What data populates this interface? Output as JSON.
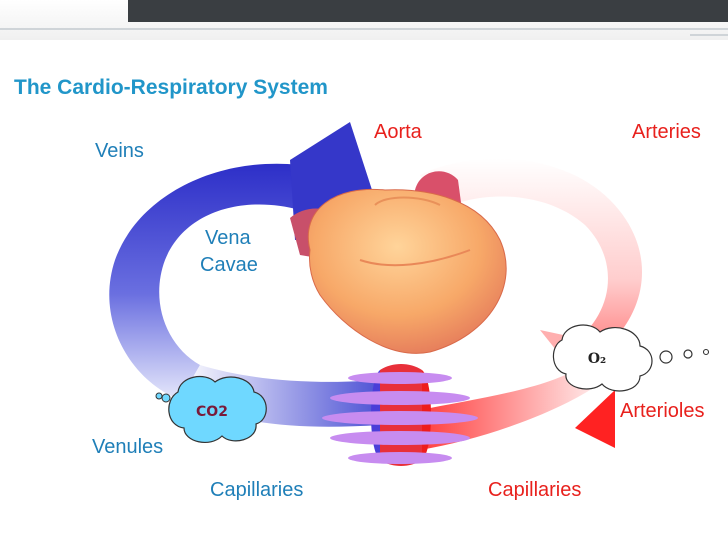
{
  "title": "The Cardio-Respiratory System",
  "labels": {
    "veins": "Veins",
    "vena_line1": "Vena",
    "vena_line2": "Cavae",
    "aorta": "Aorta",
    "arteries": "Arteries",
    "arterioles": "Arterioles",
    "venules": "Venules",
    "capillaries_left": "Capillaries",
    "capillaries_right": "Capillaries"
  },
  "bubbles": {
    "co2": "CO2",
    "o2": "O₂"
  },
  "colors": {
    "title": "#2196c9",
    "venous_label": "#1f7fb8",
    "arterial_label": "#e8211d",
    "venous_flow": "#2d2fc8",
    "arterial_flow": "#ff1a1a",
    "heart": "#f7b070",
    "capillary_bands": "#c78cf0"
  }
}
